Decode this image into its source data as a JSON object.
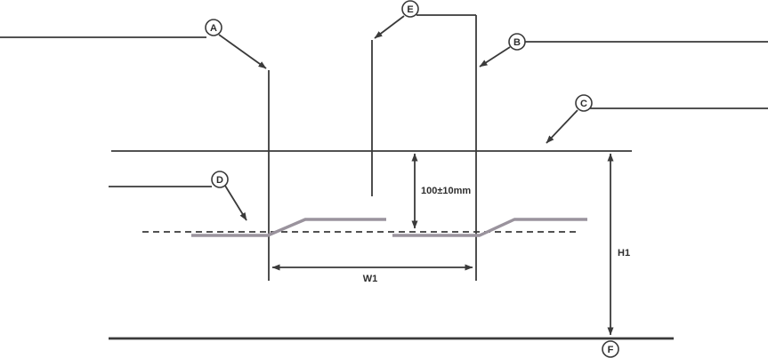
{
  "diagram": {
    "callouts": {
      "a": "A",
      "b": "B",
      "c": "C",
      "d": "D",
      "e": "E",
      "f": "F"
    },
    "dimensions": {
      "vertical_offset": "100±10mm",
      "width": "W1",
      "height": "H1"
    },
    "colors": {
      "line": "#3a3a3a",
      "profile": "#9a939d",
      "background": "#ffffff",
      "callout_fill": "#ffffff"
    }
  }
}
